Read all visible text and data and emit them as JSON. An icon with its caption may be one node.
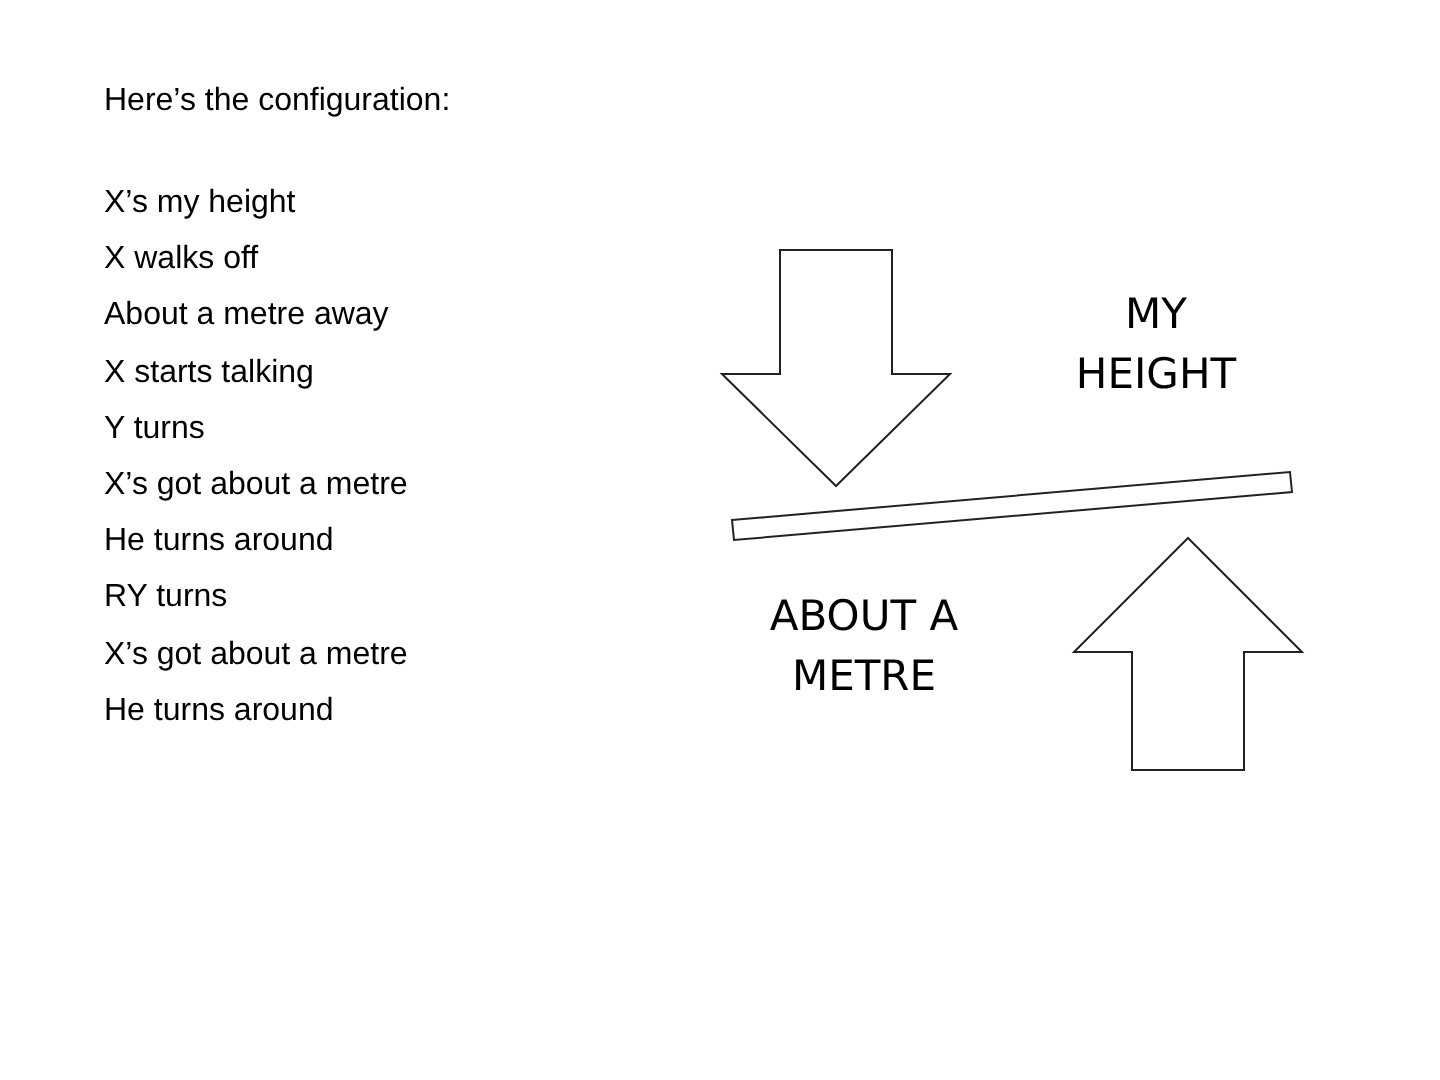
{
  "diagram": {
    "title": "Here’s the configuration:",
    "labels": [
      "X’s my height",
      "X walks off",
      "About a metre away",
      "X starts talking",
      "Y turns",
      "X’s got about a metre",
      "He turns around",
      "RY turns",
      "X’s got about a metre",
      "He turns around",
      "MY HEIGHT",
      "ABOUT A METRE"
    ]
  }
}
